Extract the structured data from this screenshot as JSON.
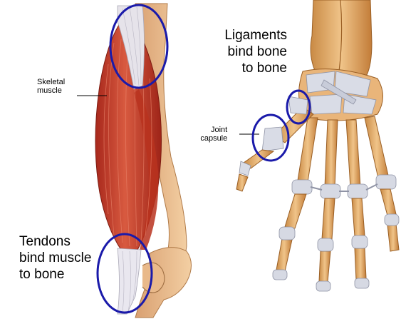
{
  "labels": {
    "skeletal_muscle": [
      "Skeletal",
      "muscle"
    ],
    "joint_capsule": [
      "Joint",
      "capsule"
    ],
    "ligaments": [
      "Ligaments",
      "bind bone",
      "to bone"
    ],
    "tendons": [
      "Tendons",
      "bind muscle",
      "to bone"
    ]
  },
  "colors": {
    "highlight_circle": "#1a1aaa",
    "muscle": "#c0392b",
    "bone": "#e2a761",
    "ligament": "#d9dce6",
    "leader_line": "#000000"
  }
}
